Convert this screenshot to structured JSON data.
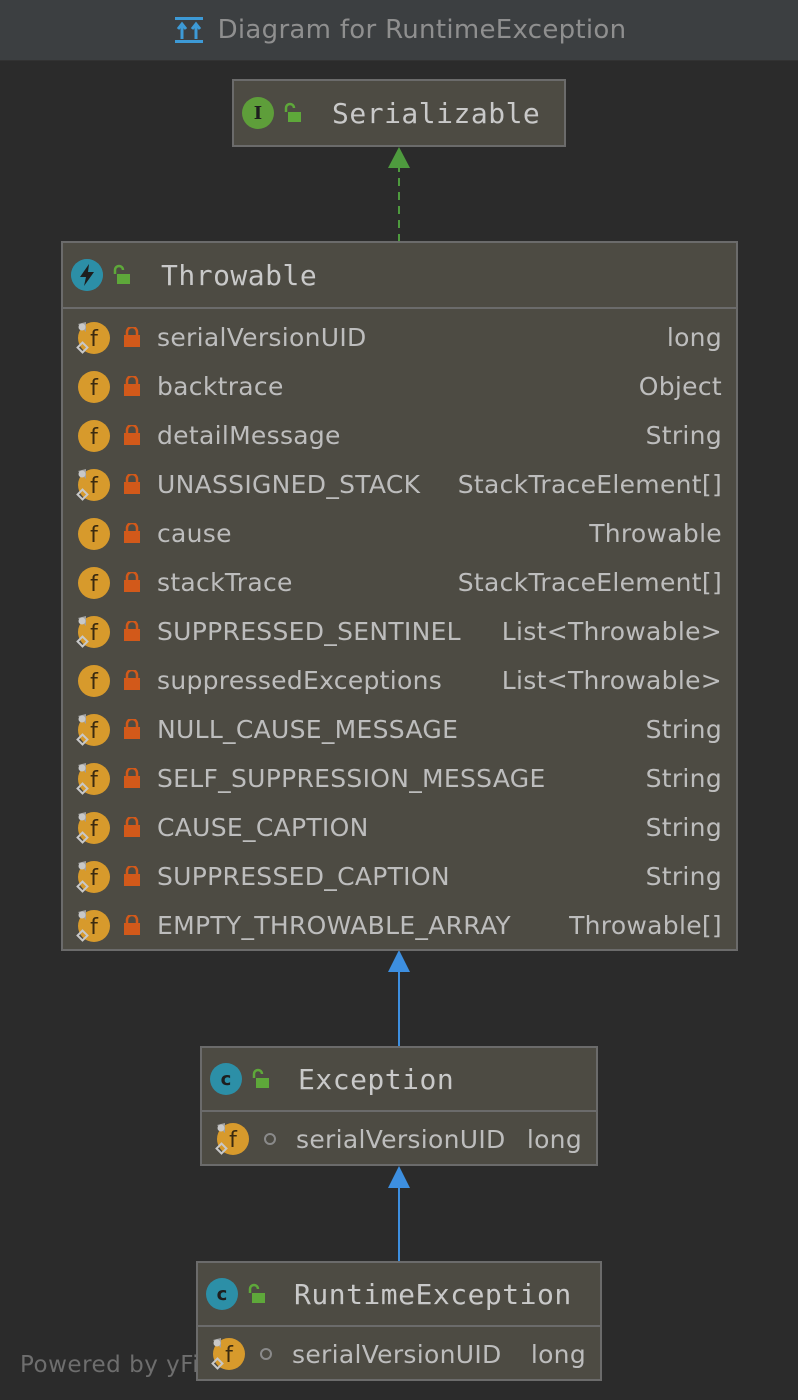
{
  "window": {
    "title": "Diagram for RuntimeException"
  },
  "footer": {
    "text": "Powered by yFi"
  },
  "colors": {
    "background": "#2b2b2b",
    "node_fill": "#4d4b43",
    "node_border": "#6b6b6b",
    "implements_edge": "#4e9a3e",
    "extends_edge": "#3d8fe0",
    "field_icon": "#d79a2c",
    "private_lock": "#d2591a"
  },
  "diagram": {
    "serializable": {
      "kind": "interface",
      "badge": "I",
      "name": "Serializable"
    },
    "throwable": {
      "kind": "class",
      "name": "Throwable",
      "fields": [
        {
          "name": "serialVersionUID",
          "type": "long",
          "static_final": true
        },
        {
          "name": "backtrace",
          "type": "Object",
          "static_final": false
        },
        {
          "name": "detailMessage",
          "type": "String",
          "static_final": false
        },
        {
          "name": "UNASSIGNED_STACK",
          "type": "StackTraceElement[]",
          "static_final": true
        },
        {
          "name": "cause",
          "type": "Throwable",
          "static_final": false
        },
        {
          "name": "stackTrace",
          "type": "StackTraceElement[]",
          "static_final": false
        },
        {
          "name": "SUPPRESSED_SENTINEL",
          "type": "List<Throwable>",
          "static_final": true
        },
        {
          "name": "suppressedExceptions",
          "type": "List<Throwable>",
          "static_final": false
        },
        {
          "name": "NULL_CAUSE_MESSAGE",
          "type": "String",
          "static_final": true
        },
        {
          "name": "SELF_SUPPRESSION_MESSAGE",
          "type": "String",
          "static_final": true
        },
        {
          "name": "CAUSE_CAPTION",
          "type": "String",
          "static_final": true
        },
        {
          "name": "SUPPRESSED_CAPTION",
          "type": "String",
          "static_final": true
        },
        {
          "name": "EMPTY_THROWABLE_ARRAY",
          "type": "Throwable[]",
          "static_final": true
        }
      ]
    },
    "exception": {
      "kind": "class",
      "badge": "c",
      "name": "Exception",
      "fields": [
        {
          "name": "serialVersionUID",
          "type": "long",
          "static_final": true
        }
      ]
    },
    "runtime_exception": {
      "kind": "class",
      "badge": "c",
      "name": "RuntimeException",
      "fields": [
        {
          "name": "serialVersionUID",
          "type": "long",
          "static_final": true
        }
      ]
    },
    "edges": [
      {
        "from": "Throwable",
        "to": "Serializable",
        "relation": "implements",
        "style": "dashed"
      },
      {
        "from": "Exception",
        "to": "Throwable",
        "relation": "extends",
        "style": "solid"
      },
      {
        "from": "RuntimeException",
        "to": "Exception",
        "relation": "extends",
        "style": "solid"
      }
    ]
  }
}
